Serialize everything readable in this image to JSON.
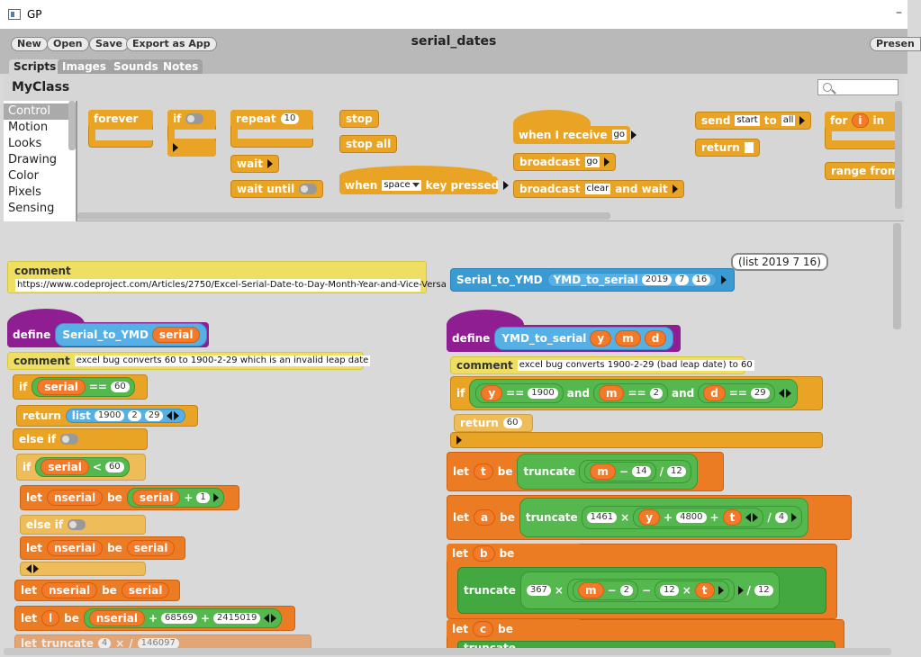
{
  "window": {
    "title": "GP",
    "minimize": "–"
  },
  "toolbar": {
    "new": "New",
    "open": "Open",
    "save": "Save",
    "export": "Export as App",
    "present": "Presen",
    "project_title": "serial_dates"
  },
  "tabs": [
    "Scripts",
    "Images",
    "Sounds",
    "Notes"
  ],
  "class_name": "MyClass",
  "categories": [
    "Control",
    "Motion",
    "Looks",
    "Drawing",
    "Color",
    "Pixels",
    "Sensing"
  ],
  "palette": {
    "forever": "forever",
    "if": "if",
    "repeat": "repeat",
    "repeat_n": "10",
    "wait": "wait",
    "wait_until": "wait until",
    "stop": "stop",
    "stop_all": "stop all",
    "when_key": "when",
    "key_value": "space",
    "key_pressed": "key pressed",
    "when_receive": "when I receive",
    "receive_value": "go",
    "broadcast": "broadcast",
    "broadcast_value": "go",
    "broadcast_wait": "broadcast",
    "broadcast_wait_value": "clear",
    "and_wait": "and wait",
    "send": "send",
    "send_value": "start",
    "to": "to",
    "send_to_value": "all",
    "return": "return",
    "for": "for",
    "for_var": "i",
    "in": "in",
    "range_from": "range from"
  },
  "script_left": {
    "comment_label": "comment",
    "comment_url": "https://www.codeproject.com/Articles/2750/Excel-Serial-Date-to-Day-Month-Year-and-Vice-Versa",
    "define": "define",
    "func_name": "Serial_to_YMD",
    "param": "serial",
    "comment2": "excel bug converts 60 to 1900-2-29 which is an invalid leap date",
    "if": "if",
    "serial": "serial",
    "eq": "==",
    "n60": "60",
    "return": "return",
    "list": "list",
    "n1900": "1900",
    "n2": "2",
    "n29": "29",
    "else_if": "else if",
    "lt": "<",
    "let": "let",
    "nserial": "nserial",
    "be": "be",
    "plus": "+",
    "n1": "1",
    "l": "l",
    "n68569": "68569",
    "n2415019": "2415019",
    "truncate": "truncate",
    "n4": "4",
    "times": "×",
    "div": "/",
    "n146097": "146097"
  },
  "script_right": {
    "func_a": "Serial_to_YMD",
    "func_b": "YMD_to_serial",
    "y": "2019",
    "m": "7",
    "d": "16",
    "result": "(list 2019 7 16)",
    "define": "define",
    "func_name": "YMD_to_serial",
    "p_y": "y",
    "p_m": "m",
    "p_d": "d",
    "comment_label": "comment",
    "comment": "excel bug converts 1900-2-29 (bad leap date) to 60",
    "if": "if",
    "eq": "==",
    "and": "and",
    "n1900": "1900",
    "n2": "2",
    "n29": "29",
    "return": "return",
    "n60": "60",
    "let": "let",
    "be": "be",
    "t": "t",
    "truncate": "truncate",
    "minus": "−",
    "n14": "14",
    "div": "/",
    "n12": "12",
    "a": "a",
    "n1461": "1461",
    "times": "×",
    "plus": "+",
    "n4800": "4800",
    "n4": "4",
    "b": "b",
    "n367": "367",
    "c": "c"
  }
}
